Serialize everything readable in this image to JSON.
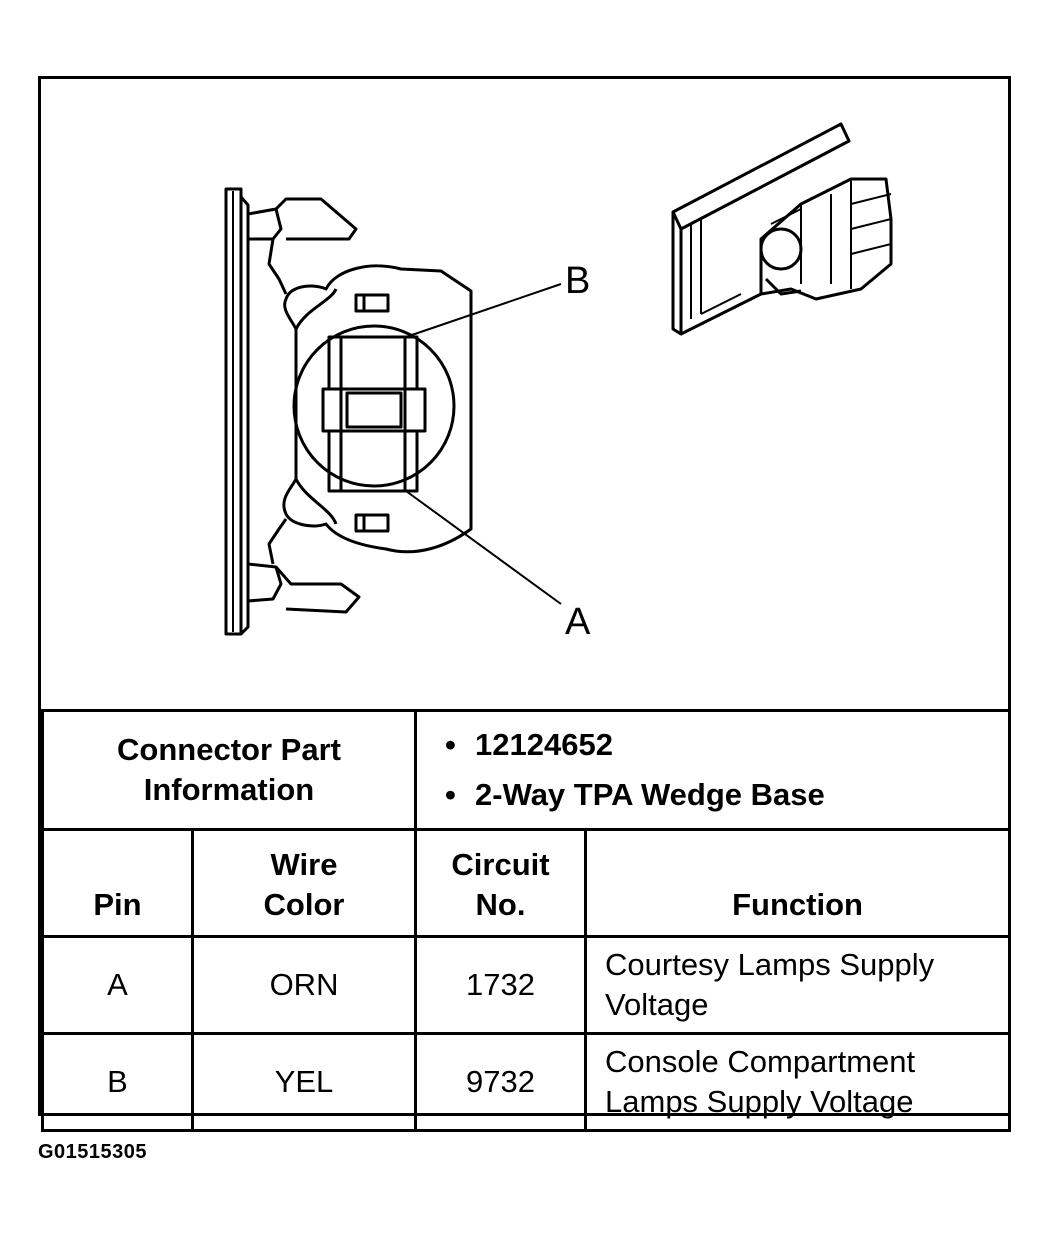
{
  "drawing": {
    "label_b": "B",
    "label_a": "A"
  },
  "connector_part": {
    "label_line1": "Connector Part",
    "label_line2": "Information",
    "items": [
      "12124652",
      "2-Way TPA Wedge Base"
    ]
  },
  "table": {
    "headers": {
      "pin": "Pin",
      "wire_color_line1": "Wire",
      "wire_color_line2": "Color",
      "circuit_line1": "Circuit",
      "circuit_line2": "No.",
      "function": "Function"
    },
    "rows": [
      {
        "pin": "A",
        "wire_color": "ORN",
        "circuit": "1732",
        "function_line1": "Courtesy Lamps Supply",
        "function_line2": "Voltage"
      },
      {
        "pin": "B",
        "wire_color": "YEL",
        "circuit": "9732",
        "function_line1": "Console Compartment",
        "function_line2": "Lamps Supply Voltage"
      }
    ]
  },
  "figure_id": "G01515305"
}
